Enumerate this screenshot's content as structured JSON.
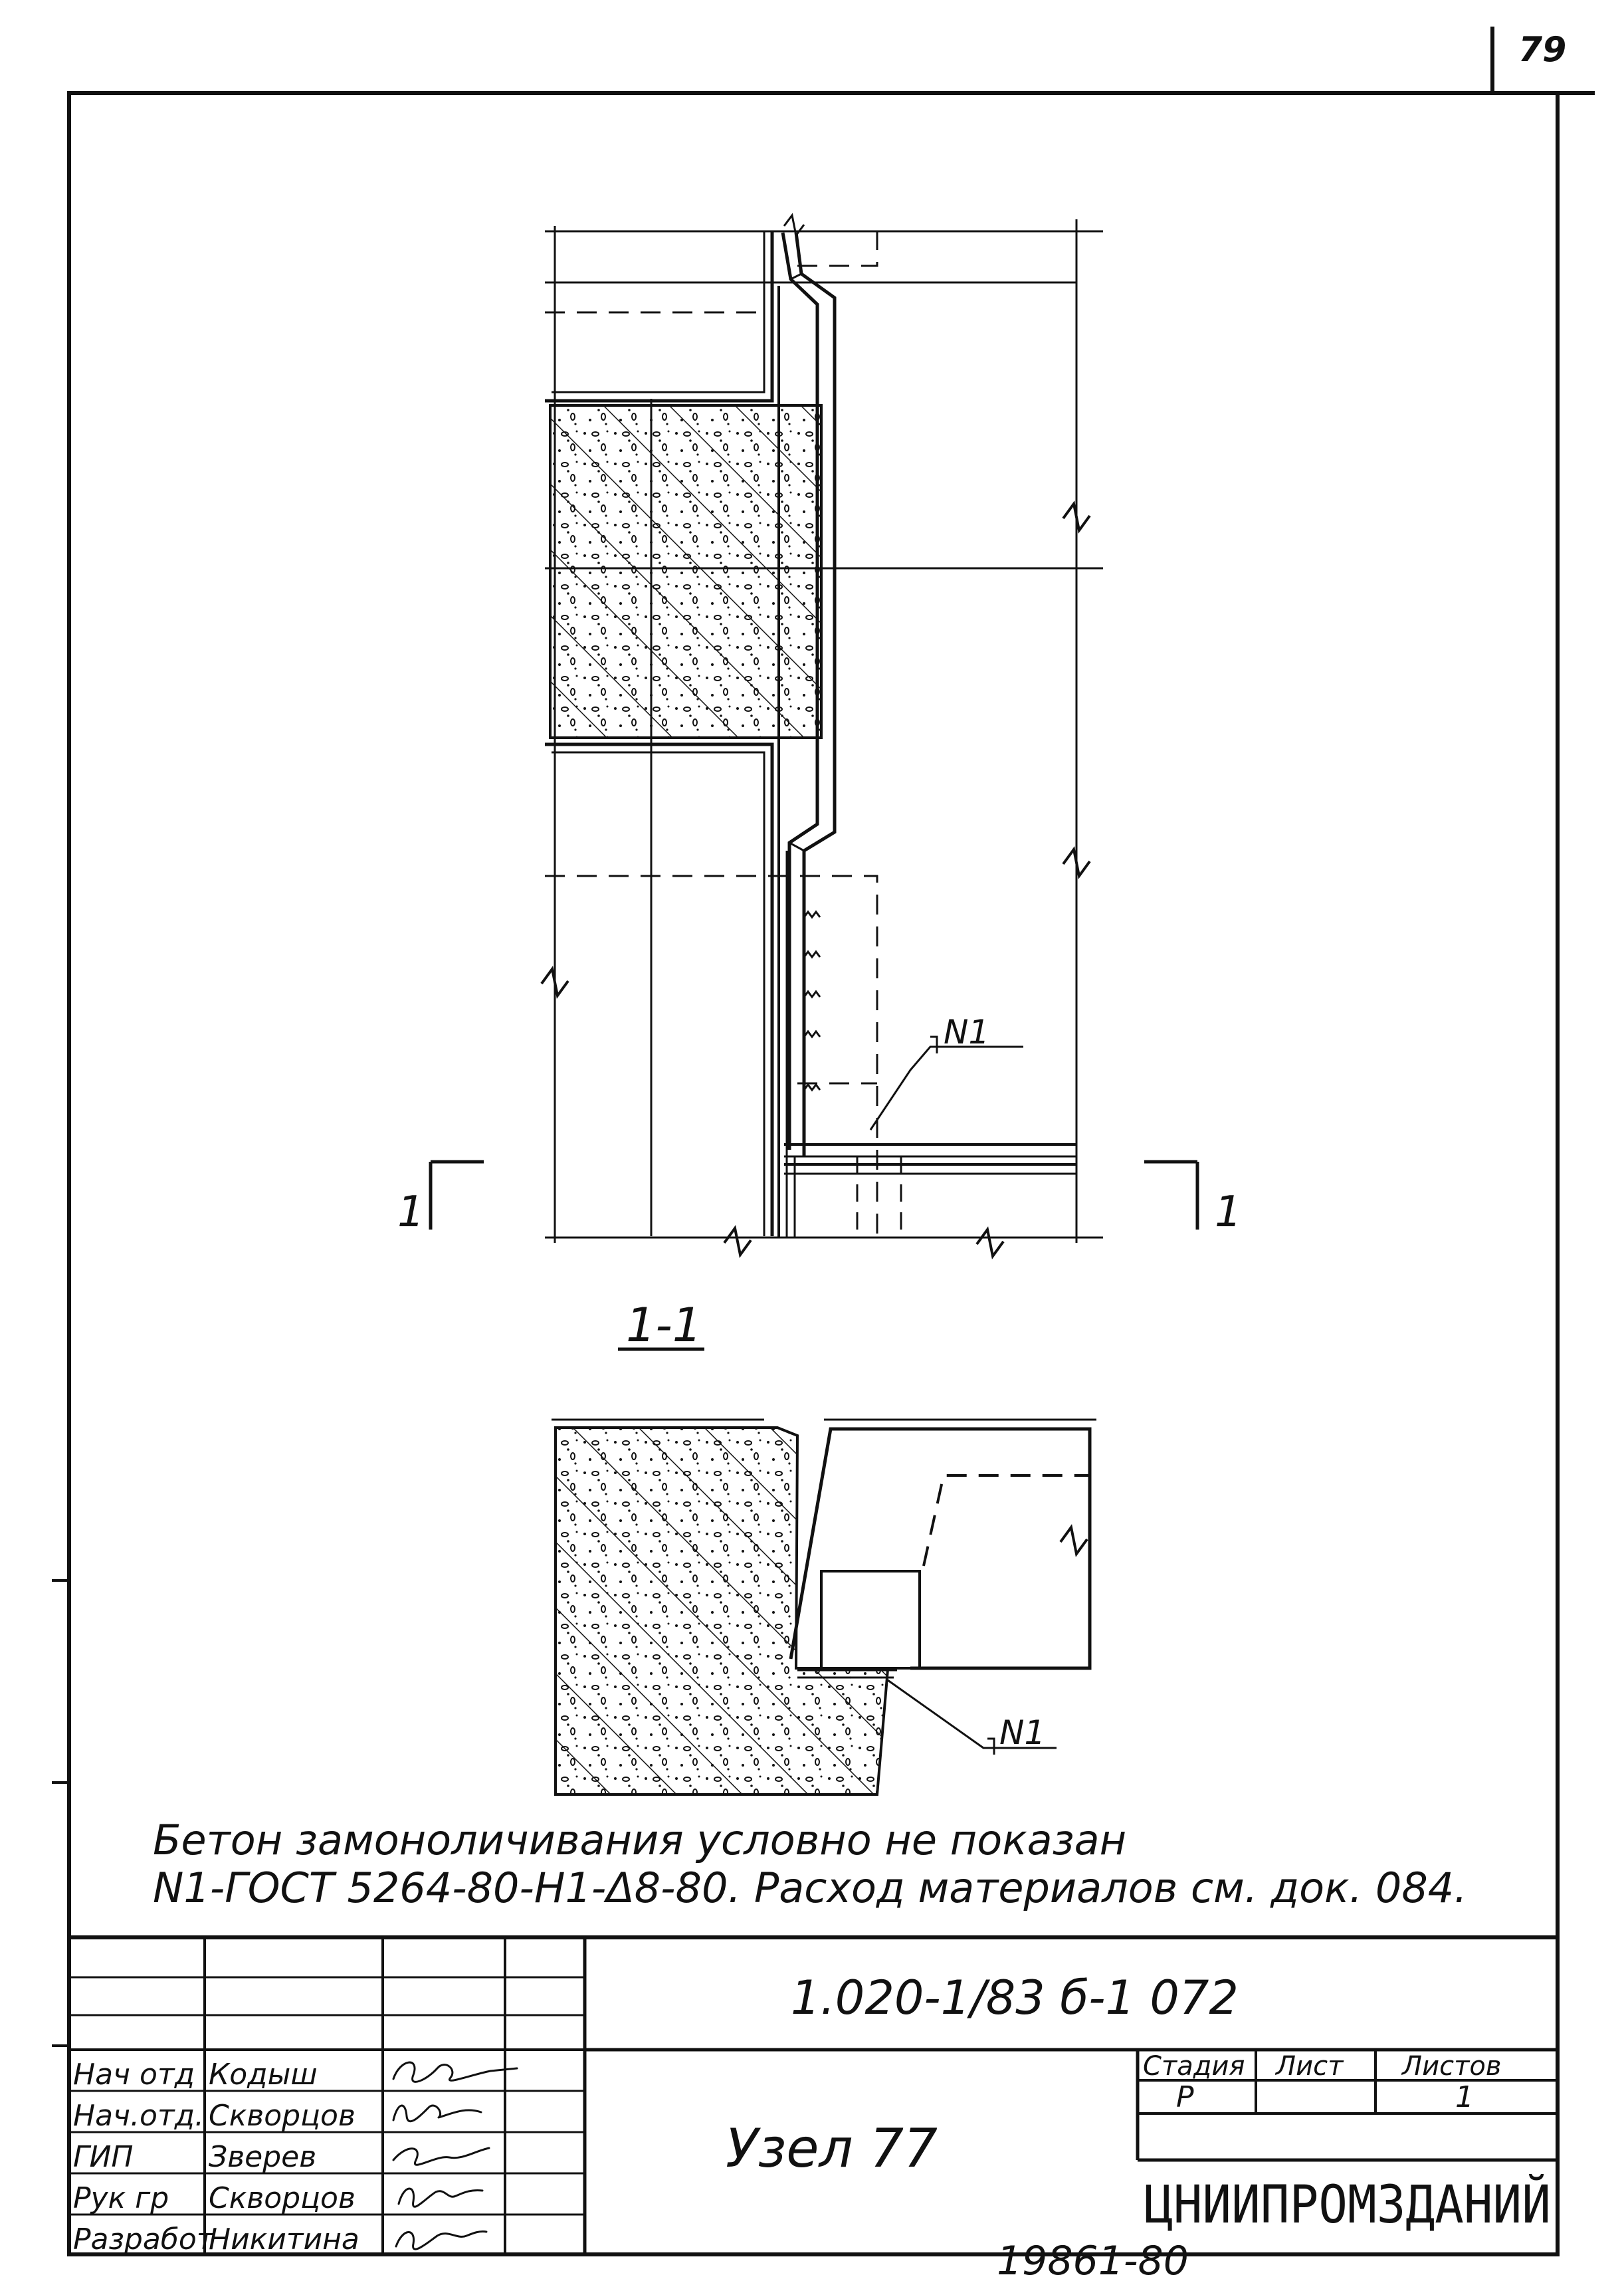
{
  "page_number": "79",
  "drawing": {
    "section_mark_left": "1",
    "section_mark_right": "1",
    "section_title": "1-1",
    "callout_upper": "N1",
    "callout_lower": "N1"
  },
  "notes": {
    "line1": "Бетон замоноличивания условно не показан",
    "line2": "N1-ГОСТ 5264-80-Н1-Δ8-80.  Расход материалов  см.  док. 084."
  },
  "title_block": {
    "document_code": "1.020-1/83  б-1  072",
    "title": "Узел 77",
    "stage_header": "Стадия",
    "sheet_header": "Лист",
    "sheets_header": "Листов",
    "stage_value": "Р",
    "sheet_value": "",
    "sheets_value": "1",
    "organization": "ЦНИИПРОМЗДАНИЙ",
    "staff": [
      {
        "role": "Нач отд",
        "name": "Кодыш"
      },
      {
        "role": "Нач.отд.",
        "name": "Скворцов"
      },
      {
        "role": "ГИП",
        "name": "Зверев"
      },
      {
        "role": "Рук гр",
        "name": "Скворцов"
      },
      {
        "role": "Разработ",
        "name": "Никитина"
      }
    ]
  },
  "bottom_number": "19861-80"
}
